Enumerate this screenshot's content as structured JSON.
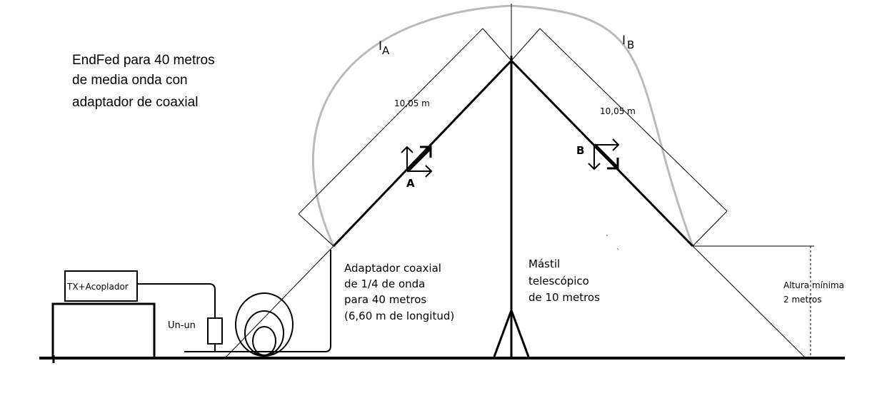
{
  "title_lines": [
    "EndFed para 40 metros",
    "de media onda con",
    "adaptador de coaxial"
  ],
  "current_a": {
    "symbol": "I",
    "subscript": "A"
  },
  "current_b": {
    "symbol": "I",
    "subscript": "B"
  },
  "length_a": "10,05 m",
  "length_b": "10,05 m",
  "arrow_a_label": "A",
  "arrow_b_label": "B",
  "tx_label": "TX+Acoplador",
  "unun_label": "Un-un",
  "coax_lines": [
    "Adaptador coaxial",
    "de 1/4 de onda",
    "para 40 metros",
    "(6,60 m de longitud)"
  ],
  "mast_lines": [
    "Mástil",
    "telescópico",
    "de 10 metros"
  ],
  "height_lines": [
    "Altura mínima",
    "2 metros"
  ]
}
